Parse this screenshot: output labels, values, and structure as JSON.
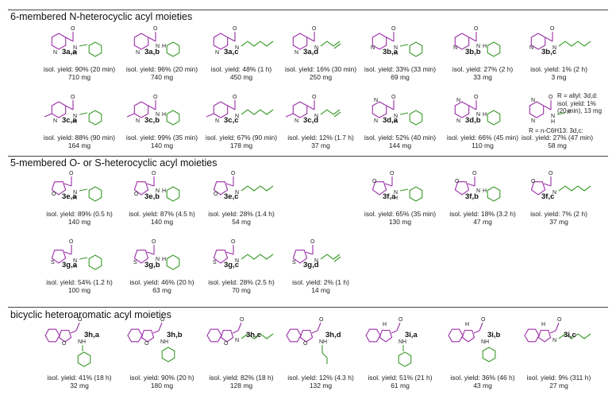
{
  "sections": [
    {
      "title": "6-membered N-heterocyclic acyl moieties"
    },
    {
      "title": "5-membered O- or S-heterocyclic acyl moieties"
    },
    {
      "title": "bicyclic heteroaromatic acyl moieties"
    }
  ],
  "compounds": [
    {
      "id": "3a,a",
      "yield": "isol. yield: 90% (20 min)",
      "mass": "710 mg"
    },
    {
      "id": "3a,b",
      "yield": "isol. yield: 96% (20 min)",
      "mass": "740 mg"
    },
    {
      "id": "3a,c",
      "yield": "isol. yield: 48% (1 h)",
      "mass": "450 mg"
    },
    {
      "id": "3a,d",
      "yield": "isol. yield: 16% (30 min)",
      "mass": "250 mg"
    },
    {
      "id": "3b,a",
      "yield": "isol. yield:  33% (33 min)",
      "mass": "69 mg"
    },
    {
      "id": "3b,b",
      "yield": "isol. yield: 27% (2 h)",
      "mass": "33 mg"
    },
    {
      "id": "3b,c",
      "yield": "isol. yield: 1% (2 h)",
      "mass": "3 mg"
    },
    {
      "id": "3c,a",
      "yield": "isol. yield: 88% (90 min)",
      "mass": "164 mg"
    },
    {
      "id": "3c,b",
      "yield": "isol. yield: 99% (35 min)",
      "mass": "140 mg"
    },
    {
      "id": "3c,c",
      "yield": "isol. yield: 67% (90 min)",
      "mass": "178 mg"
    },
    {
      "id": "3c,d",
      "yield": "isol. yield: 12% (1.7 h)",
      "mass": "37 mg"
    },
    {
      "id": "3d,a",
      "yield": "isol. yield: 52% (40 min)",
      "mass": "144 mg"
    },
    {
      "id": "3d,b",
      "yield": "isol. yield: 66% (45 min)",
      "mass": "110 mg"
    },
    {
      "id": "",
      "yield": "isol. yield: 27% (47 min)",
      "mass": "58 mg"
    },
    {
      "id": "3e,a",
      "yield": "isol. yield: 89% (0.5 h)",
      "mass": "140 mg"
    },
    {
      "id": "3e,b",
      "yield": "isol. yield: 87% (4.5 h)",
      "mass": "140 mg"
    },
    {
      "id": "3e,c",
      "yield": "isol. yield: 28% (1.4 h)",
      "mass": "54 mg"
    },
    {
      "id": "3f,a",
      "yield": "isol. yield: 65% (35 min)",
      "mass": "130 mg"
    },
    {
      "id": "3f,b",
      "yield": "isol. yield:  18% (3.2 h)",
      "mass": "47 mg"
    },
    {
      "id": "3f,c",
      "yield": "isol. yield: 7% (2 h)",
      "mass": "37 mg"
    },
    {
      "id": "3g,a",
      "yield": "isol. yield: 54% (1.2 h)",
      "mass": "100 mg"
    },
    {
      "id": "3g,b",
      "yield": "isol. yield: 46% (20 h)",
      "mass": "63 mg"
    },
    {
      "id": "3g,c",
      "yield": "isol. yield: 28% (2.5 h)",
      "mass": "70 mg"
    },
    {
      "id": "3g,d",
      "yield": "isol. yield: 2% (1 h)",
      "mass": "14 mg"
    },
    {
      "id": "3h,a",
      "yield": "isol. yield: 41% (18 h)",
      "mass": "32 mg"
    },
    {
      "id": "3h,b",
      "yield": "isol. yield: 90% (20 h)",
      "mass": "180 mg"
    },
    {
      "id": "3h,c",
      "yield": "isol. yield: 82% (18 h)",
      "mass": "128 mg"
    },
    {
      "id": "3h,d",
      "yield": "isol. yield: 12% (4.3 h)",
      "mass": "132 mg"
    },
    {
      "id": "3i,a",
      "yield": "isol. yield: 51% (21 h)",
      "mass": "61 mg"
    },
    {
      "id": "3i,b",
      "yield": "isol. yield: 36% (46 h)",
      "mass": "43 mg"
    },
    {
      "id": "3i,c",
      "yield": "isol. yield: 9% (311 h)",
      "mass": "27 mg"
    }
  ],
  "note_3d": {
    "line1": "R = allyl: 3d,d:",
    "line2": "isol. yield: 1%",
    "line3": "(20 min), 13 mg",
    "line4": "R = n-C6H13: 3d,c:",
    "r_label": "R"
  },
  "atoms": {
    "O": "O",
    "N": "N",
    "NH": "NH",
    "H": "H",
    "HN": "HN",
    "S": "S"
  },
  "colors": {
    "acyl": "#9b2fa8",
    "amine": "#3a9a2a"
  }
}
